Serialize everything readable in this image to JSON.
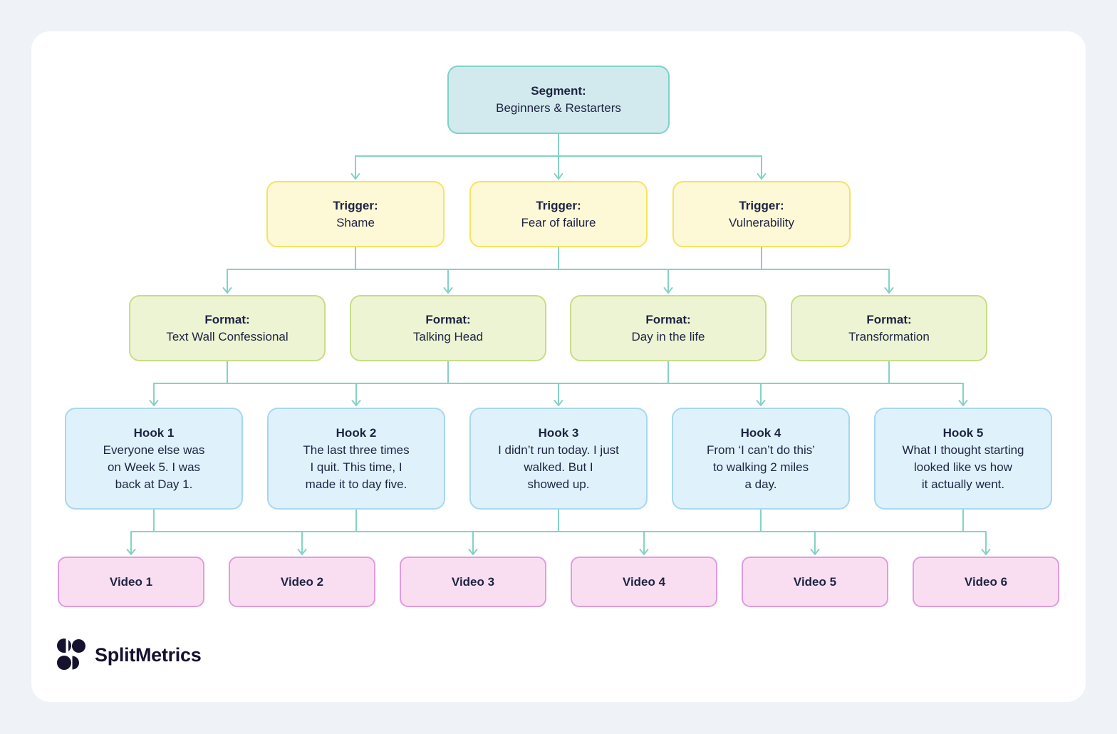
{
  "page": {
    "background_color": "#eff2f6",
    "card_color": "#ffffff",
    "connector_color": "#85d2c6",
    "text_color": "#1e2442"
  },
  "palette": {
    "segment_fill": "#d2eaee",
    "segment_border": "#7dd1c8",
    "trigger_fill": "#fdf8d6",
    "trigger_border": "#f6e35f",
    "format_fill": "#edf4d3",
    "format_border": "#c8dd85",
    "hook_fill": "#dff2fb",
    "hook_border": "#a7d7f0",
    "video_fill": "#f9def2",
    "video_border": "#e29bdc"
  },
  "tree": {
    "segment": {
      "title": "Segment:",
      "subtitle": "Beginners & Restarters"
    },
    "triggers": [
      {
        "title": "Trigger:",
        "subtitle": "Shame"
      },
      {
        "title": "Trigger:",
        "subtitle": "Fear of failure"
      },
      {
        "title": "Trigger:",
        "subtitle": "Vulnerability"
      }
    ],
    "formats": [
      {
        "title": "Format:",
        "subtitle": "Text Wall Confessional"
      },
      {
        "title": "Format:",
        "subtitle": "Talking Head"
      },
      {
        "title": "Format:",
        "subtitle": "Day in the life"
      },
      {
        "title": "Format:",
        "subtitle": "Transformation"
      }
    ],
    "hooks": [
      {
        "title": "Hook 1",
        "body": "Everyone else was\non Week 5. I was\nback at Day 1."
      },
      {
        "title": "Hook 2",
        "body": "The last three times\nI quit. This time, I\nmade it to day five."
      },
      {
        "title": "Hook 3",
        "body": "I didn’t run today. I just\nwalked. But I\nshowed up."
      },
      {
        "title": "Hook 4",
        "body": "From ‘I can’t do this’\nto walking 2 miles\na day."
      },
      {
        "title": "Hook 5",
        "body": "What I thought starting\nlooked like vs how\nit actually went."
      }
    ],
    "videos": [
      {
        "title": "Video 1"
      },
      {
        "title": "Video 2"
      },
      {
        "title": "Video 3"
      },
      {
        "title": "Video 4"
      },
      {
        "title": "Video 5"
      },
      {
        "title": "Video 6"
      }
    ]
  },
  "logo": {
    "brand": "SplitMetrics"
  }
}
